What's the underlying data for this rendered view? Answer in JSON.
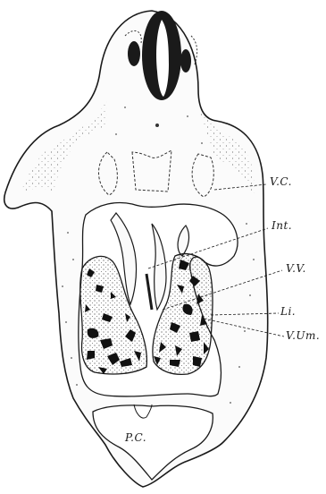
{
  "labels": {
    "vc": "V.C.",
    "int": "Int.",
    "vv": "V.V.",
    "li": "Li.",
    "vum": "V.Um.",
    "pc": "P.C."
  },
  "colors": {
    "ink": "#1a1a1a",
    "background": "#ffffff"
  }
}
